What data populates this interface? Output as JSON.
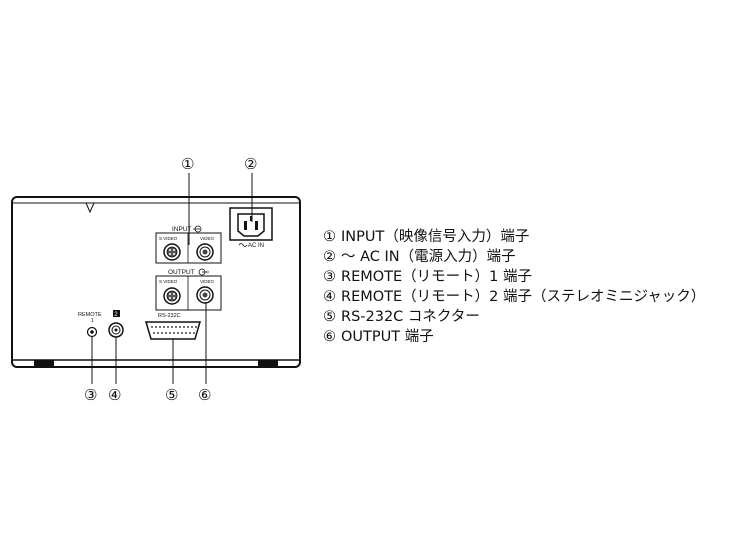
{
  "callouts": [
    "①",
    "②",
    "③",
    "④",
    "⑤",
    "⑥"
  ],
  "panel_labels": {
    "input": "INPUT",
    "input_svideo": "S VIDEO",
    "input_video": "VIDEO",
    "output": "OUTPUT",
    "output_svideo": "S VIDEO",
    "output_video": "VIDEO",
    "ac_in": "AC IN",
    "remote1": "REMOTE",
    "remote1_sub": "1",
    "remote2": "2",
    "rs232c": "RS-232C"
  },
  "legend": [
    {
      "num": "①",
      "text": "INPUT（映像信号入力）端子"
    },
    {
      "num": "②",
      "text": "～ AC IN（電源入力）端子"
    },
    {
      "num": "③",
      "text": "REMOTE（リモート）1 端子"
    },
    {
      "num": "④",
      "text": "REMOTE（リモート）2 端子（ステレオミニジャック）"
    },
    {
      "num": "⑤",
      "text": "RS-232C コネクター"
    },
    {
      "num": "⑥",
      "text": "OUTPUT 端子"
    }
  ]
}
